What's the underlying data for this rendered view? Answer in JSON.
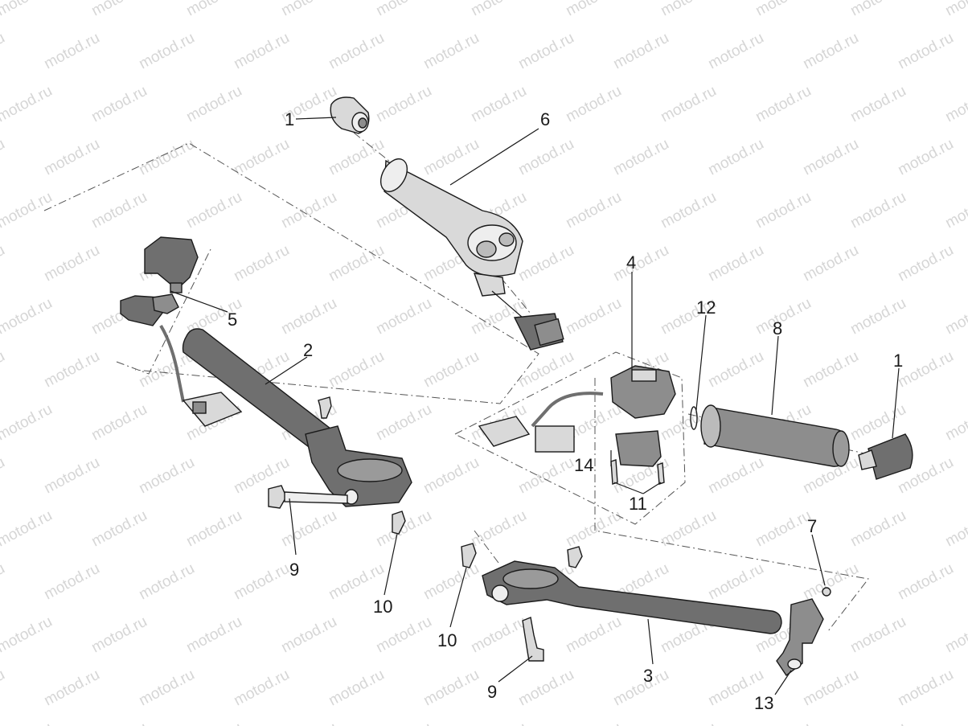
{
  "watermark": "motod.ru",
  "colors": {
    "part_dark": "#6f6f6f",
    "part_mid": "#8d8d8d",
    "part_light": "#d9d9d9",
    "outline": "#1a1a1a",
    "watermark": "#d6d6d6"
  },
  "callouts": {
    "c1a": "1",
    "c1b": "1",
    "c2": "2",
    "c3": "3",
    "c4": "4",
    "c5": "5",
    "c6": "6",
    "c7": "7",
    "c8": "8",
    "c9a": "9",
    "c9b": "9",
    "c10a": "10",
    "c10b": "10",
    "c11": "11",
    "c12": "12",
    "c13": "13",
    "c14": "14"
  }
}
